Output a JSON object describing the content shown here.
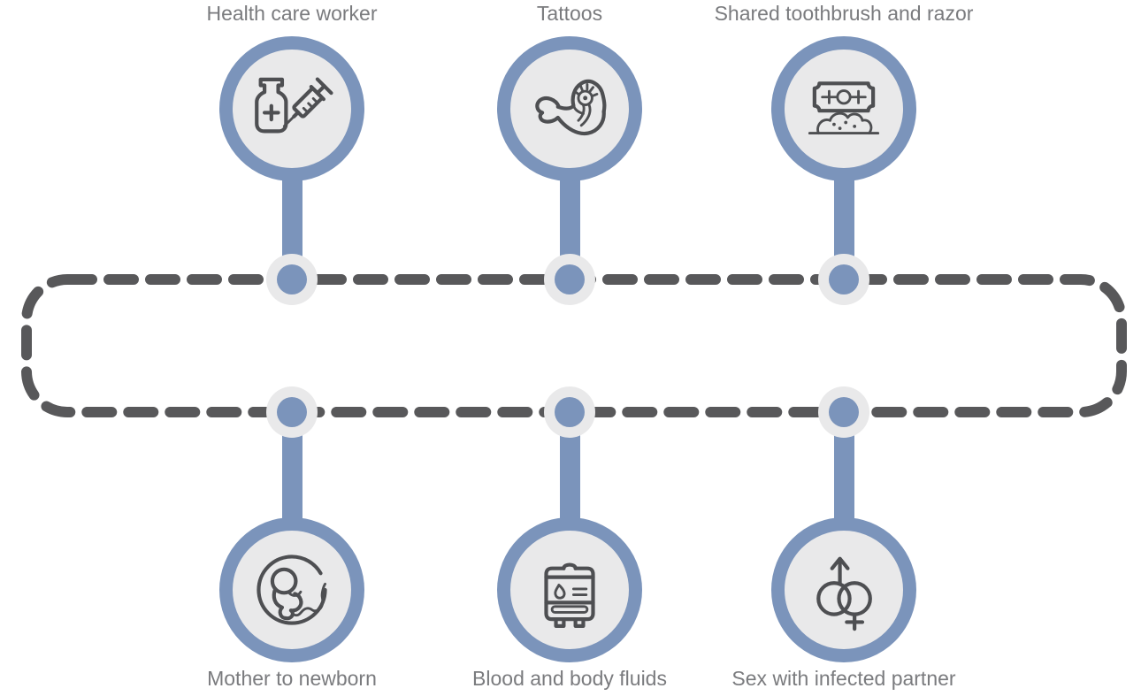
{
  "colors": {
    "accent_blue": "#7B94BB",
    "circle_fill": "#E9E9EA",
    "icon_stroke": "#4E4F52",
    "dash_gray": "#58585A",
    "label_gray": "#7A7B7E"
  },
  "diagram": {
    "kind": "transmission-routes-cycle",
    "loop_style": "dashed rounded rectangle"
  },
  "items": [
    {
      "label": "Health care worker",
      "icon": "medicine-vial-and-syringe-icon",
      "row": "top"
    },
    {
      "label": "Tattoos",
      "icon": "tattooed-flexed-arm-icon",
      "row": "top"
    },
    {
      "label": "Shared toothbrush and razor",
      "icon": "razor-blade-and-foam-icon",
      "row": "top"
    },
    {
      "label": "Mother to newborn",
      "icon": "fetus-in-womb-icon",
      "row": "bottom"
    },
    {
      "label": "Blood and body fluids",
      "icon": "blood-bag-icon",
      "row": "bottom"
    },
    {
      "label": "Sex with infected partner",
      "icon": "male-female-symbols-icon",
      "row": "bottom"
    }
  ]
}
